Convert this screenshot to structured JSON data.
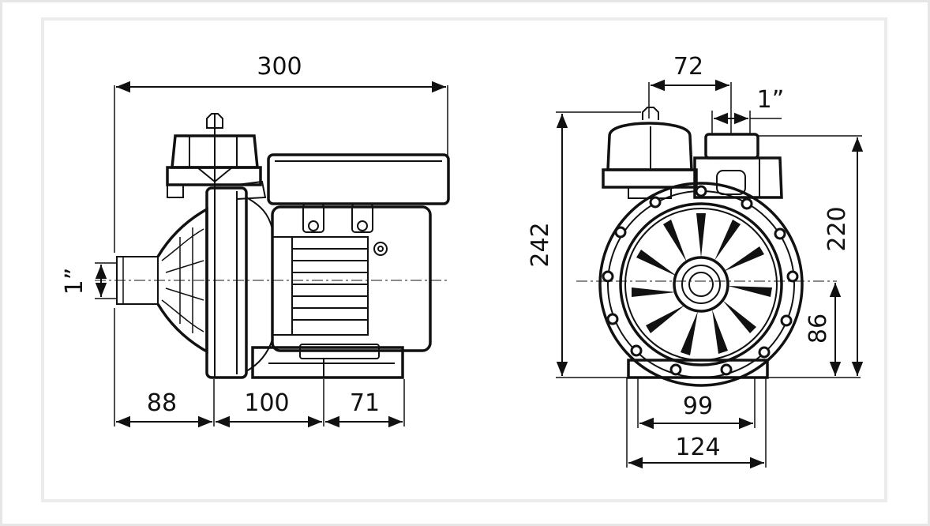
{
  "dimensions": {
    "side": {
      "overall_length": "300",
      "inlet_size": "1”",
      "seg_left": "88",
      "seg_mid": "100",
      "seg_right": "71"
    },
    "front": {
      "width_top": "72",
      "outlet_size": "1”",
      "total_height": "242",
      "height_outlet": "220",
      "height_axis": "86",
      "base_inner": "99",
      "base_outer": "124"
    }
  }
}
